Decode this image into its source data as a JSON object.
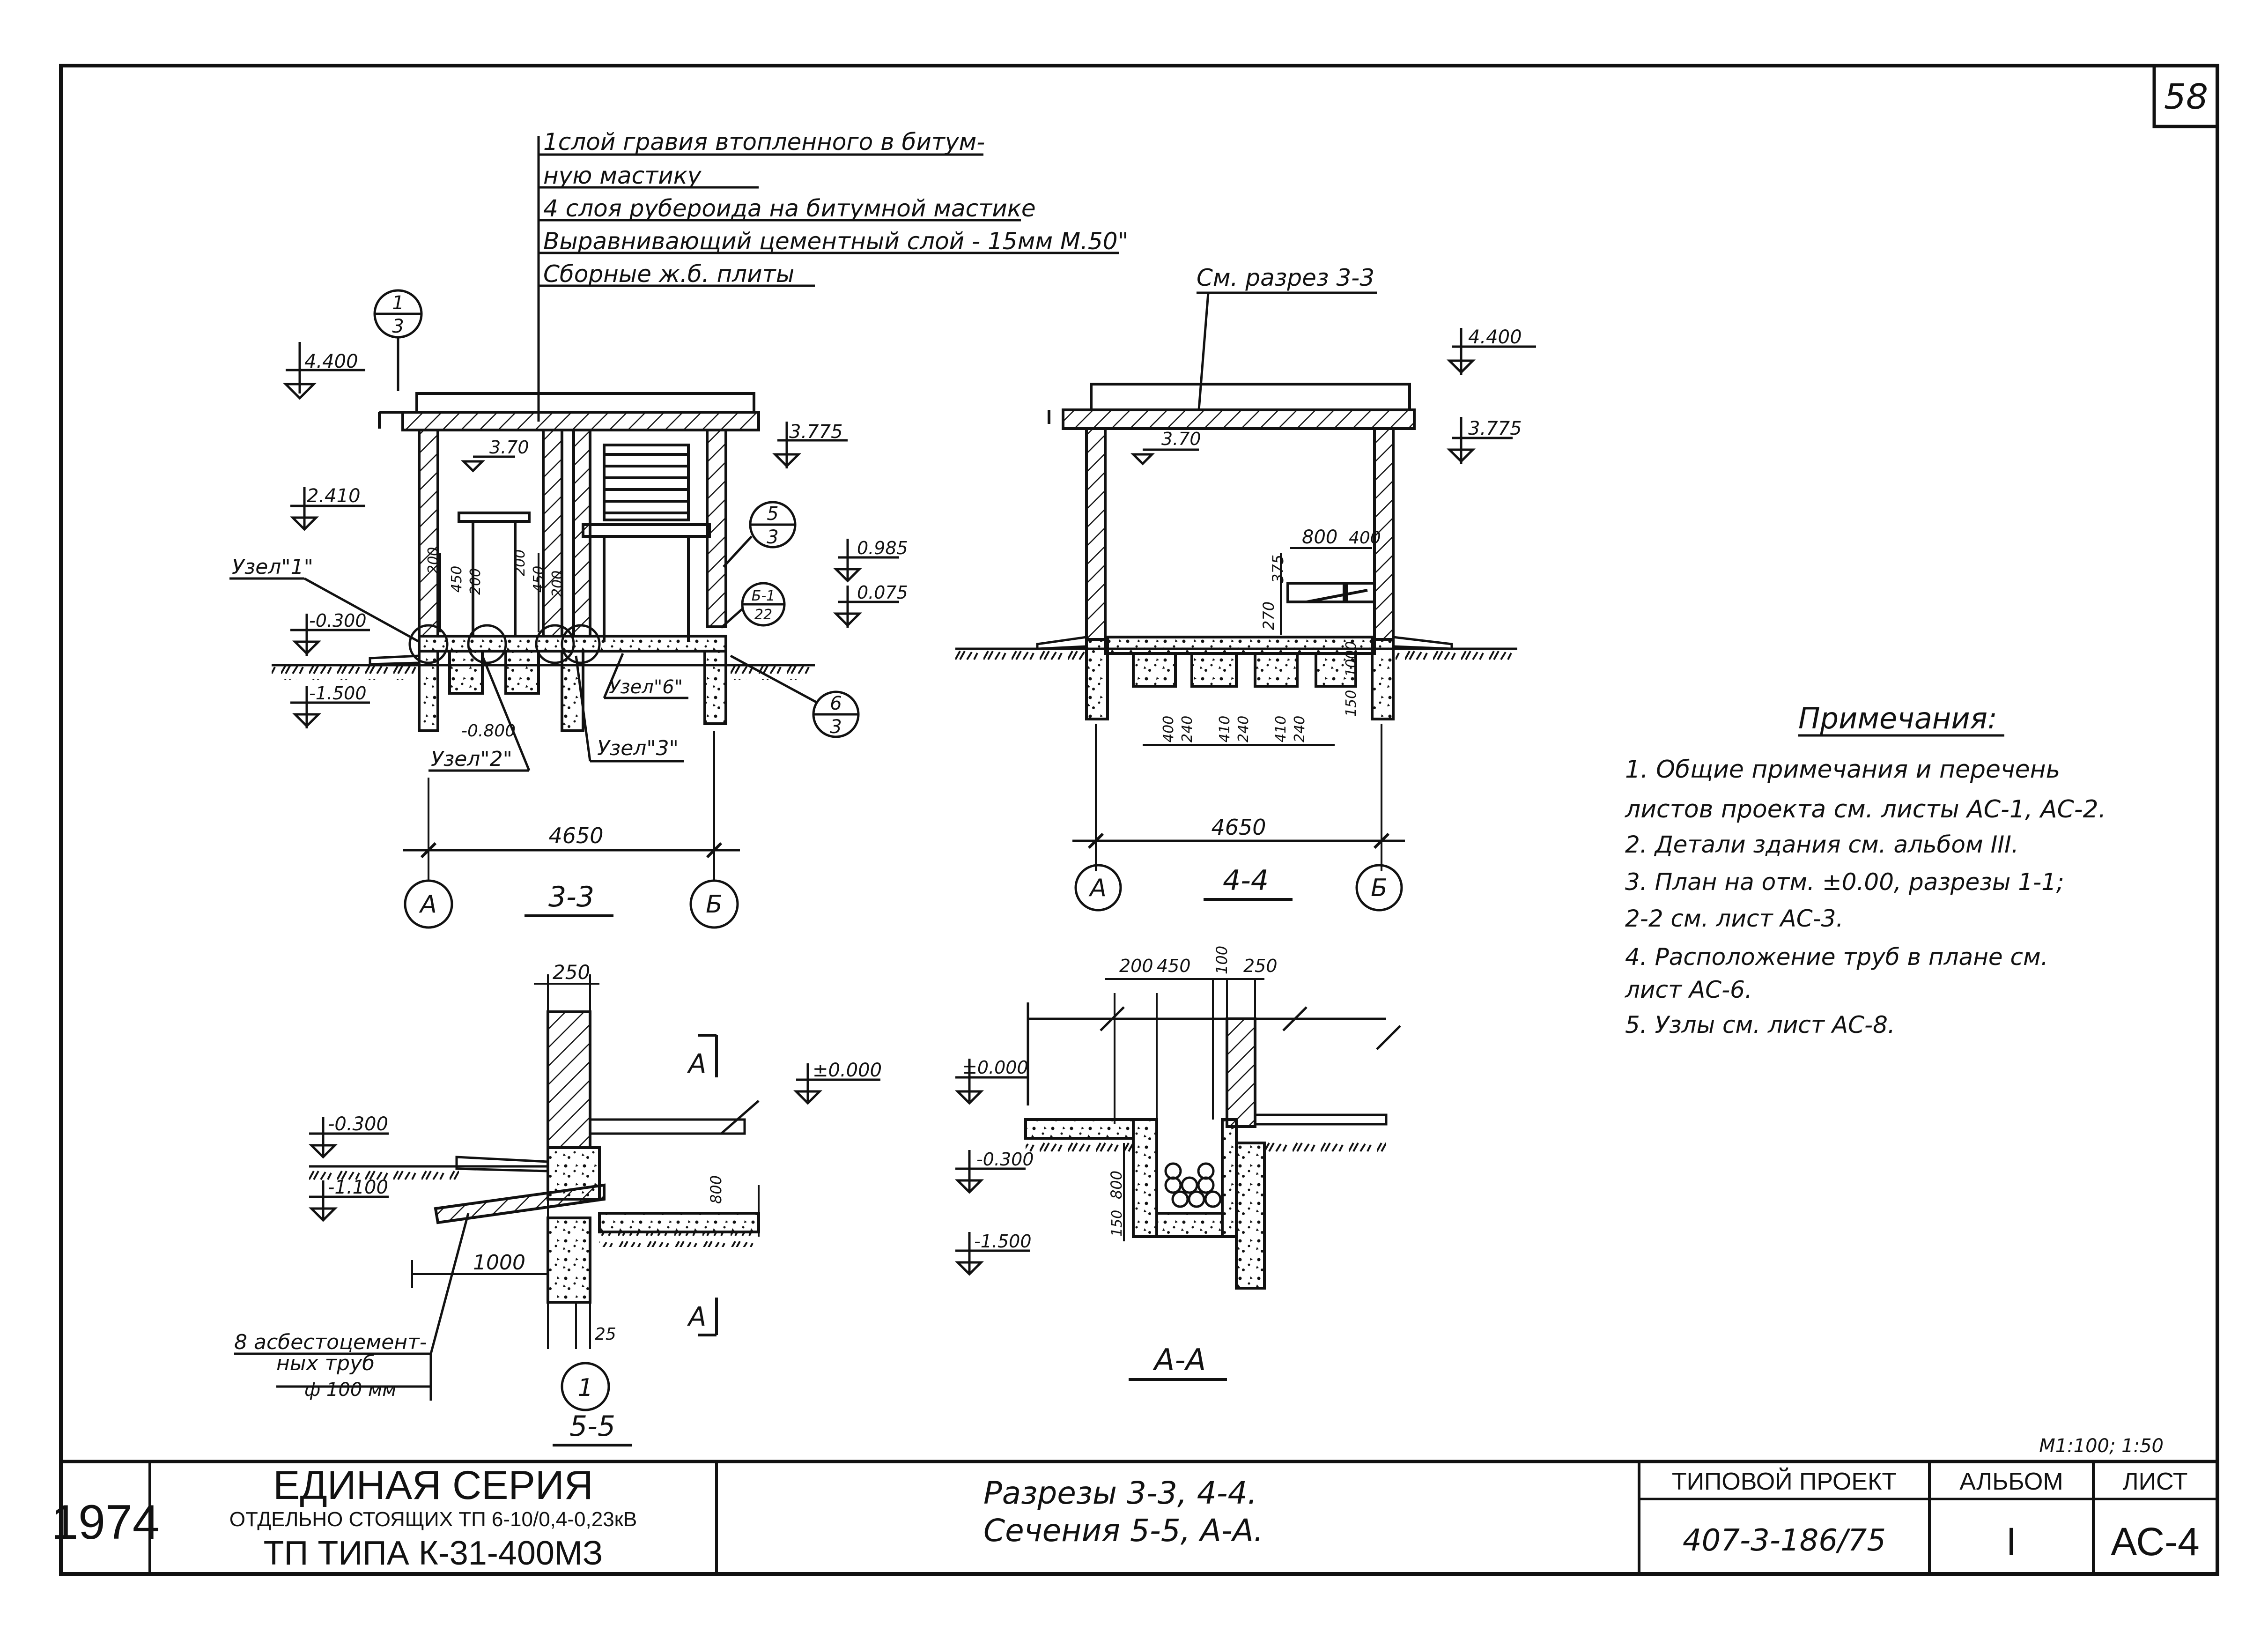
{
  "sheet_number": "58",
  "roof_layers": [
    "1слой гравия втопленного в битум-",
    "ную мастику",
    "4 слоя рубероида на битумной мастике",
    "Выравнивающий цементный слой - 15мм М.50\"",
    "Сборные ж.б. плиты"
  ],
  "section_33": {
    "title": "3-3",
    "circle_13_top": "1",
    "circle_13_bottom": "3",
    "circle_53_top": "5",
    "circle_53_bottom": "3",
    "circle_63_top": "6",
    "circle_63_bottom": "3",
    "circle_bt_top": "Б-1",
    "circle_bt_bottom": "22",
    "elev_4400": "4.400",
    "elev_3775": "3.775",
    "elev_370": "3.70",
    "elev_2410": "2.410",
    "elev_0985": "0.985",
    "elev_0075": "0.075",
    "elev_m0300": "-0.300",
    "elev_m1500": "-1.500",
    "elev_m0800": "-0.800",
    "node1": "Узел\"1\"",
    "node2": "Узел\"2\"",
    "node3": "Узел\"3\"",
    "node6": "Узел\"6\"",
    "dims_v": [
      "200",
      "450",
      "200",
      "200",
      "450",
      "200"
    ],
    "width": "4650",
    "axis_a": "А",
    "axis_b": "Б"
  },
  "section_44": {
    "title": "4-4",
    "ref": "См. разрез 3-3",
    "elev_4400": "4.400",
    "elev_3775": "3.775",
    "elev_370": "3.70",
    "dim_800": "800",
    "dim_400": "400",
    "dim_375": "375",
    "dim_270": "270",
    "dim_1000": "1000",
    "dim_150": "150",
    "dims_bottom": [
      "400",
      "240",
      "410",
      "240",
      "410",
      "240"
    ],
    "width": "4650",
    "axis_a": "А",
    "axis_b": "Б"
  },
  "section_55": {
    "title": "5-5",
    "dim_250": "250",
    "marker": "А",
    "marker2": "А",
    "elev_0000": "±0.000",
    "elev_m0300": "-0.300",
    "elev_m1100": "-1.100",
    "dim_800": "800",
    "dim_1000": "1000",
    "dim_25": "25",
    "pipes_note": [
      "8 асбестоцемент-",
      "ных труб",
      "ф 100 мм"
    ],
    "axis": "1"
  },
  "section_aa": {
    "title": "А-А",
    "dims_top": [
      "200",
      "450",
      "100",
      "250"
    ],
    "elev_0000": "±0.000",
    "elev_m0300": "-0.300",
    "elev_m1500": "-1.500",
    "dim_800": "800",
    "dim_150": "150"
  },
  "notes": {
    "heading": "Примечания:",
    "lines": [
      "1. Общие примечания и перечень",
      "листов проекта см. листы АС-1, АС-2.",
      "2. Детали здания см. альбом III.",
      "3. План на отм. ±0.00, разрезы 1-1;",
      "2-2 см. лист АС-3.",
      "4. Расположение труб в плане см.",
      "лист АС-6.",
      "5. Узлы см. лист АС-8."
    ]
  },
  "scale": "М1:100; 1:50",
  "title_block": {
    "year": "1974",
    "series_title": "ЕДИНАЯ СЕРИЯ",
    "series_sub": "ОТДЕЛЬНО СТОЯЩИХ ТП 6-10/0,4-0,23кВ",
    "tp_type": "ТП ТИПА К-31-400МЗ",
    "drawing_title_1": "Разрезы 3-3, 4-4.",
    "drawing_title_2": "Сечения 5-5, А-А.",
    "project_label": "ТИПОВОЙ ПРОЕКТ",
    "project_number": "407-3-186/75",
    "album_label": "АЛЬБОМ",
    "album_value": "I",
    "sheet_label": "ЛИСТ",
    "sheet_value": "АС-4"
  }
}
